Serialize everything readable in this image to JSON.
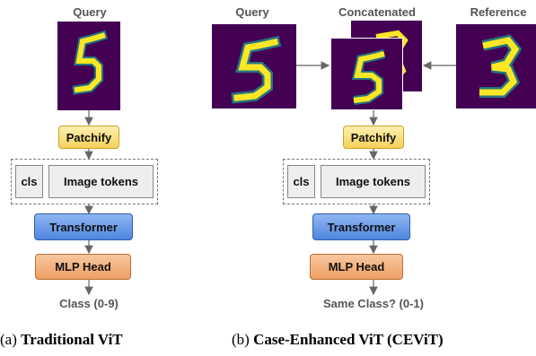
{
  "colors": {
    "digit_bg": "#440154",
    "digit_fg": "#fde725"
  },
  "left": {
    "query_label": "Query",
    "patchify": "Patchify",
    "cls": "cls",
    "image_tokens": "Image tokens",
    "transformer": "Transformer",
    "mlp_head": "MLP Head",
    "output": "Class (0-9)",
    "caption_prefix": "(a)",
    "caption_title": "Traditional ViT"
  },
  "right": {
    "query_label": "Query",
    "concat_label": "Concatenated",
    "reference_label": "Reference",
    "patchify": "Patchify",
    "cls": "cls",
    "image_tokens": "Image tokens",
    "transformer": "Transformer",
    "mlp_head": "MLP Head",
    "output": "Same Class? (0-1)",
    "caption_prefix": "(b)",
    "caption_title": "Case-Enhanced ViT (CEViT)"
  }
}
